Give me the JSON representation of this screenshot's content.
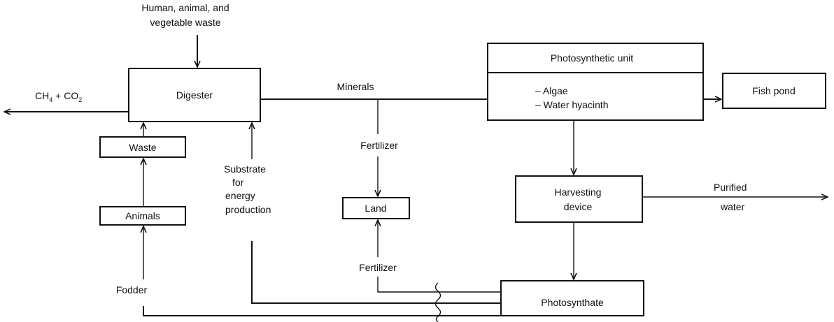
{
  "inputs": {
    "waste_line1": "Human, animal, and",
    "waste_line2": "vegetable waste"
  },
  "nodes": {
    "digester": "Digester",
    "waste": "Waste",
    "animals": "Animals",
    "land": "Land",
    "photosynthetic_unit": {
      "title": "Photosynthetic unit",
      "items": [
        "– Algae",
        "– Water hyacinth"
      ]
    },
    "fish_pond": "Fish pond",
    "harvesting": {
      "line1": "Harvesting",
      "line2": "device"
    },
    "photosynthate": "Photosynthate"
  },
  "edges": {
    "gas_output": {
      "ch4": "CH",
      "ch4_sub": "4",
      "plus": " + CO",
      "co2_sub": "2"
    },
    "minerals": "Minerals",
    "fertilizer_top": "Fertilizer",
    "fertilizer_bottom": "Fertilizer",
    "substrate": [
      "Substrate",
      "for",
      "energy",
      "production"
    ],
    "fodder": "Fodder",
    "purified": [
      "Purified",
      "water"
    ]
  }
}
